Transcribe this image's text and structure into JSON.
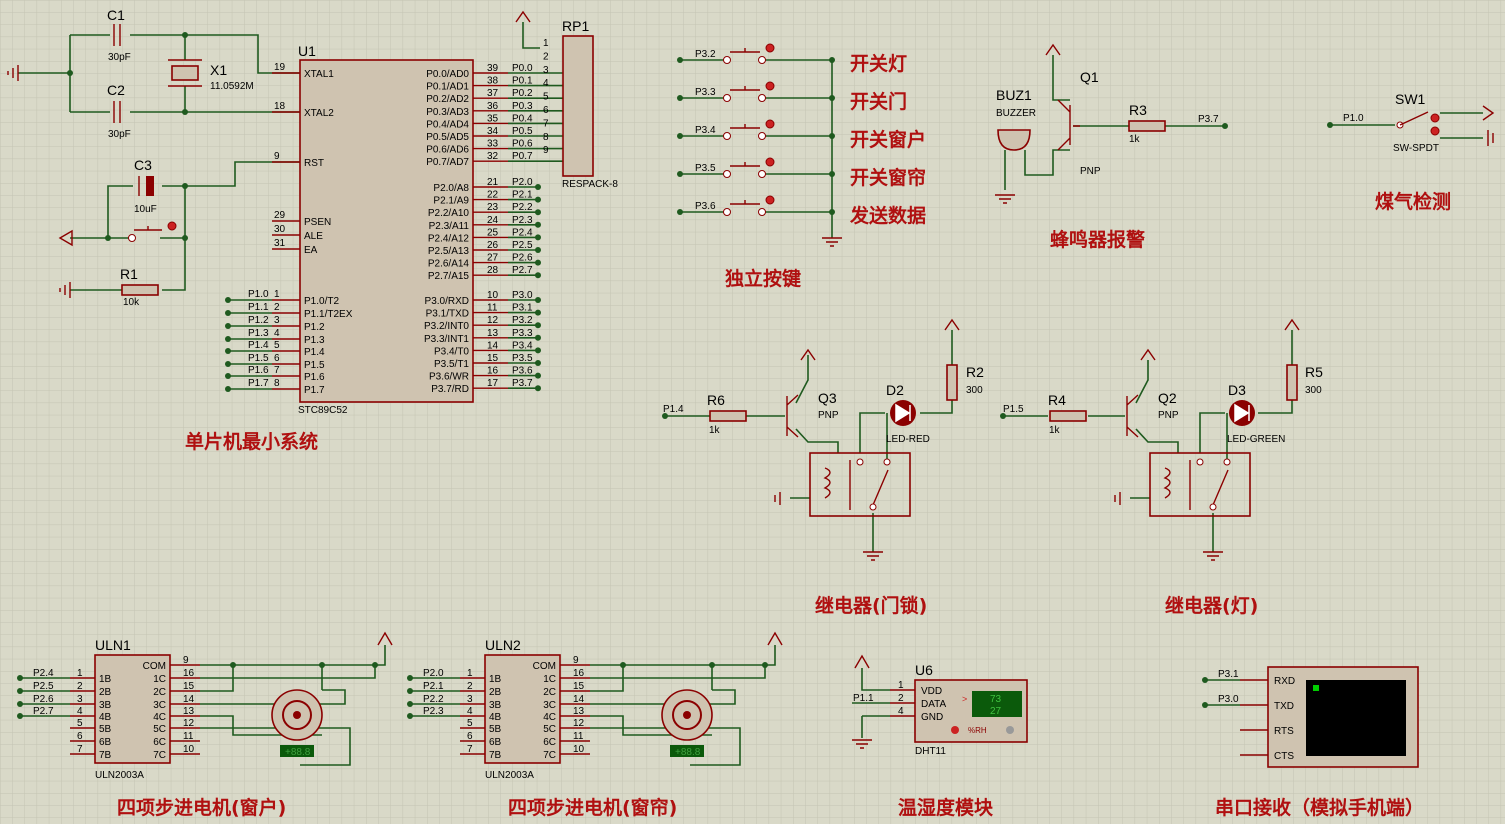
{
  "schematic": {
    "section_titles": {
      "mcu": "单片机最小系统",
      "keys": "独立按键",
      "buzzer": "蜂鸣器报警",
      "gas": "煤气检测",
      "relay_door": "继电器(门锁)",
      "relay_light": "继电器(灯)",
      "motor_window": "四项步进电机(窗户)",
      "motor_curtain": "四项步进电机(窗帘)",
      "dht": "温湿度模块",
      "uart": "串口接收（模拟手机端）"
    },
    "key_labels": [
      "开关灯",
      "开关门",
      "开关窗户",
      "开关窗帘",
      "发送数据"
    ],
    "key_nets": [
      "P3.2",
      "P3.3",
      "P3.4",
      "P3.5",
      "P3.6"
    ],
    "components": {
      "c1": {
        "ref": "C1",
        "value": "30pF"
      },
      "c2": {
        "ref": "C2",
        "value": "30pF"
      },
      "c3": {
        "ref": "C3",
        "value": "10uF"
      },
      "x1": {
        "ref": "X1",
        "value": "11.0592M"
      },
      "r1": {
        "ref": "R1",
        "value": "10k"
      },
      "u1": {
        "ref": "U1",
        "part": "STC89C52"
      },
      "rp1": {
        "ref": "RP1",
        "part": "RESPACK-8"
      },
      "buz1": {
        "ref": "BUZ1",
        "part": "BUZZER"
      },
      "q1": {
        "ref": "Q1",
        "part": "PNP"
      },
      "r3": {
        "ref": "R3",
        "value": "1k",
        "net": "P3.7"
      },
      "sw1": {
        "ref": "SW1",
        "part": "SW-SPDT",
        "net": "P1.0"
      },
      "q3": {
        "ref": "Q3",
        "part": "PNP"
      },
      "r6": {
        "ref": "R6",
        "value": "1k",
        "net": "P1.4"
      },
      "d2": {
        "ref": "D2",
        "part": "LED-RED"
      },
      "r2": {
        "ref": "R2",
        "value": "300"
      },
      "q2": {
        "ref": "Q2",
        "part": "PNP"
      },
      "r4": {
        "ref": "R4",
        "value": "1k",
        "net": "P1.5"
      },
      "d3": {
        "ref": "D3",
        "part": "LED-GREEN"
      },
      "r5": {
        "ref": "R5",
        "value": "300"
      },
      "uln1": {
        "ref": "ULN1",
        "part": "ULN2003A",
        "motor_display": "+88.8"
      },
      "uln2": {
        "ref": "ULN2",
        "part": "ULN2003A",
        "motor_display": "+88.8"
      },
      "u6": {
        "ref": "U6",
        "part": "DHT11",
        "temp": "73",
        "hum": "27",
        "unit": "%RH"
      }
    },
    "u1_left_pins": [
      {
        "num": "19",
        "name": "XTAL1"
      },
      {
        "num": "18",
        "name": "XTAL2"
      },
      {
        "num": "9",
        "name": "RST"
      },
      {
        "num": "29",
        "name": "PSEN"
      },
      {
        "num": "30",
        "name": "ALE"
      },
      {
        "num": "31",
        "name": "EA"
      },
      {
        "num": "1",
        "name": "P1.0/T2",
        "net": "P1.0"
      },
      {
        "num": "2",
        "name": "P1.1/T2EX",
        "net": "P1.1"
      },
      {
        "num": "3",
        "name": "P1.2",
        "net": "P1.2"
      },
      {
        "num": "4",
        "name": "P1.3",
        "net": "P1.3"
      },
      {
        "num": "5",
        "name": "P1.4",
        "net": "P1.4"
      },
      {
        "num": "6",
        "name": "P1.5",
        "net": "P1.5"
      },
      {
        "num": "7",
        "name": "P1.6",
        "net": "P1.6"
      },
      {
        "num": "8",
        "name": "P1.7",
        "net": "P1.7"
      }
    ],
    "u1_right_pins": [
      {
        "num": "39",
        "name": "P0.0/AD0",
        "net": "P0.0"
      },
      {
        "num": "38",
        "name": "P0.1/AD1",
        "net": "P0.1"
      },
      {
        "num": "37",
        "name": "P0.2/AD2",
        "net": "P0.2"
      },
      {
        "num": "36",
        "name": "P0.3/AD3",
        "net": "P0.3"
      },
      {
        "num": "35",
        "name": "P0.4/AD4",
        "net": "P0.4"
      },
      {
        "num": "34",
        "name": "P0.5/AD5",
        "net": "P0.5"
      },
      {
        "num": "33",
        "name": "P0.6/AD6",
        "net": "P0.6"
      },
      {
        "num": "32",
        "name": "P0.7/AD7",
        "net": "P0.7"
      },
      {
        "num": "21",
        "name": "P2.0/A8",
        "net": "P2.0"
      },
      {
        "num": "22",
        "name": "P2.1/A9",
        "net": "P2.1"
      },
      {
        "num": "23",
        "name": "P2.2/A10",
        "net": "P2.2"
      },
      {
        "num": "24",
        "name": "P2.3/A11",
        "net": "P2.3"
      },
      {
        "num": "25",
        "name": "P2.4/A12",
        "net": "P2.4"
      },
      {
        "num": "26",
        "name": "P2.5/A13",
        "net": "P2.5"
      },
      {
        "num": "27",
        "name": "P2.6/A14",
        "net": "P2.6"
      },
      {
        "num": "28",
        "name": "P2.7/A15",
        "net": "P2.7"
      },
      {
        "num": "10",
        "name": "P3.0/RXD",
        "net": "P3.0"
      },
      {
        "num": "11",
        "name": "P3.1/TXD",
        "net": "P3.1"
      },
      {
        "num": "12",
        "name": "P3.2/INT0",
        "net": "P3.2"
      },
      {
        "num": "13",
        "name": "P3.3/INT1",
        "net": "P3.3"
      },
      {
        "num": "14",
        "name": "P3.4/T0",
        "net": "P3.4"
      },
      {
        "num": "15",
        "name": "P3.5/T1",
        "net": "P3.5"
      },
      {
        "num": "16",
        "name": "P3.6/WR",
        "net": "P3.6"
      },
      {
        "num": "17",
        "name": "P3.7/RD",
        "net": "P3.7"
      }
    ],
    "rp1_pins": [
      "1",
      "2",
      "3",
      "4",
      "5",
      "6",
      "7",
      "8",
      "9"
    ],
    "uln_left_pins": [
      {
        "num": "1",
        "name": "1B"
      },
      {
        "num": "2",
        "name": "2B"
      },
      {
        "num": "3",
        "name": "3B"
      },
      {
        "num": "4",
        "name": "4B"
      },
      {
        "num": "5",
        "name": "5B"
      },
      {
        "num": "6",
        "name": "6B"
      },
      {
        "num": "7",
        "name": "7B"
      }
    ],
    "uln_right_pins": [
      {
        "num": "9",
        "name": "COM"
      },
      {
        "num": "16",
        "name": "1C"
      },
      {
        "num": "15",
        "name": "2C"
      },
      {
        "num": "14",
        "name": "3C"
      },
      {
        "num": "13",
        "name": "4C"
      },
      {
        "num": "12",
        "name": "5C"
      },
      {
        "num": "11",
        "name": "6C"
      },
      {
        "num": "10",
        "name": "7C"
      }
    ],
    "uln1_nets": [
      "P2.4",
      "P2.5",
      "P2.6",
      "P2.7"
    ],
    "uln2_nets": [
      "P2.0",
      "P2.1",
      "P2.2",
      "P2.3"
    ],
    "dht_pins": [
      {
        "num": "1",
        "name": "VDD"
      },
      {
        "num": "2",
        "name": "DATA",
        "net": "P1.1"
      },
      {
        "num": "4",
        "name": "GND"
      }
    ],
    "uart_pins": [
      {
        "name": "RXD",
        "net": "P3.1"
      },
      {
        "name": "TXD",
        "net": "P3.0"
      },
      {
        "name": "RTS"
      },
      {
        "name": "CTS"
      }
    ],
    "colors": {
      "background": "#d9d9c8",
      "grid": "#c4c4b2",
      "wire": "#1f5a1f",
      "component": "#8b0000",
      "title": "#b01010",
      "terminal_screen": "#000000",
      "terminal_cursor": "#00cc00",
      "lcd": "#0b5a0b"
    }
  }
}
